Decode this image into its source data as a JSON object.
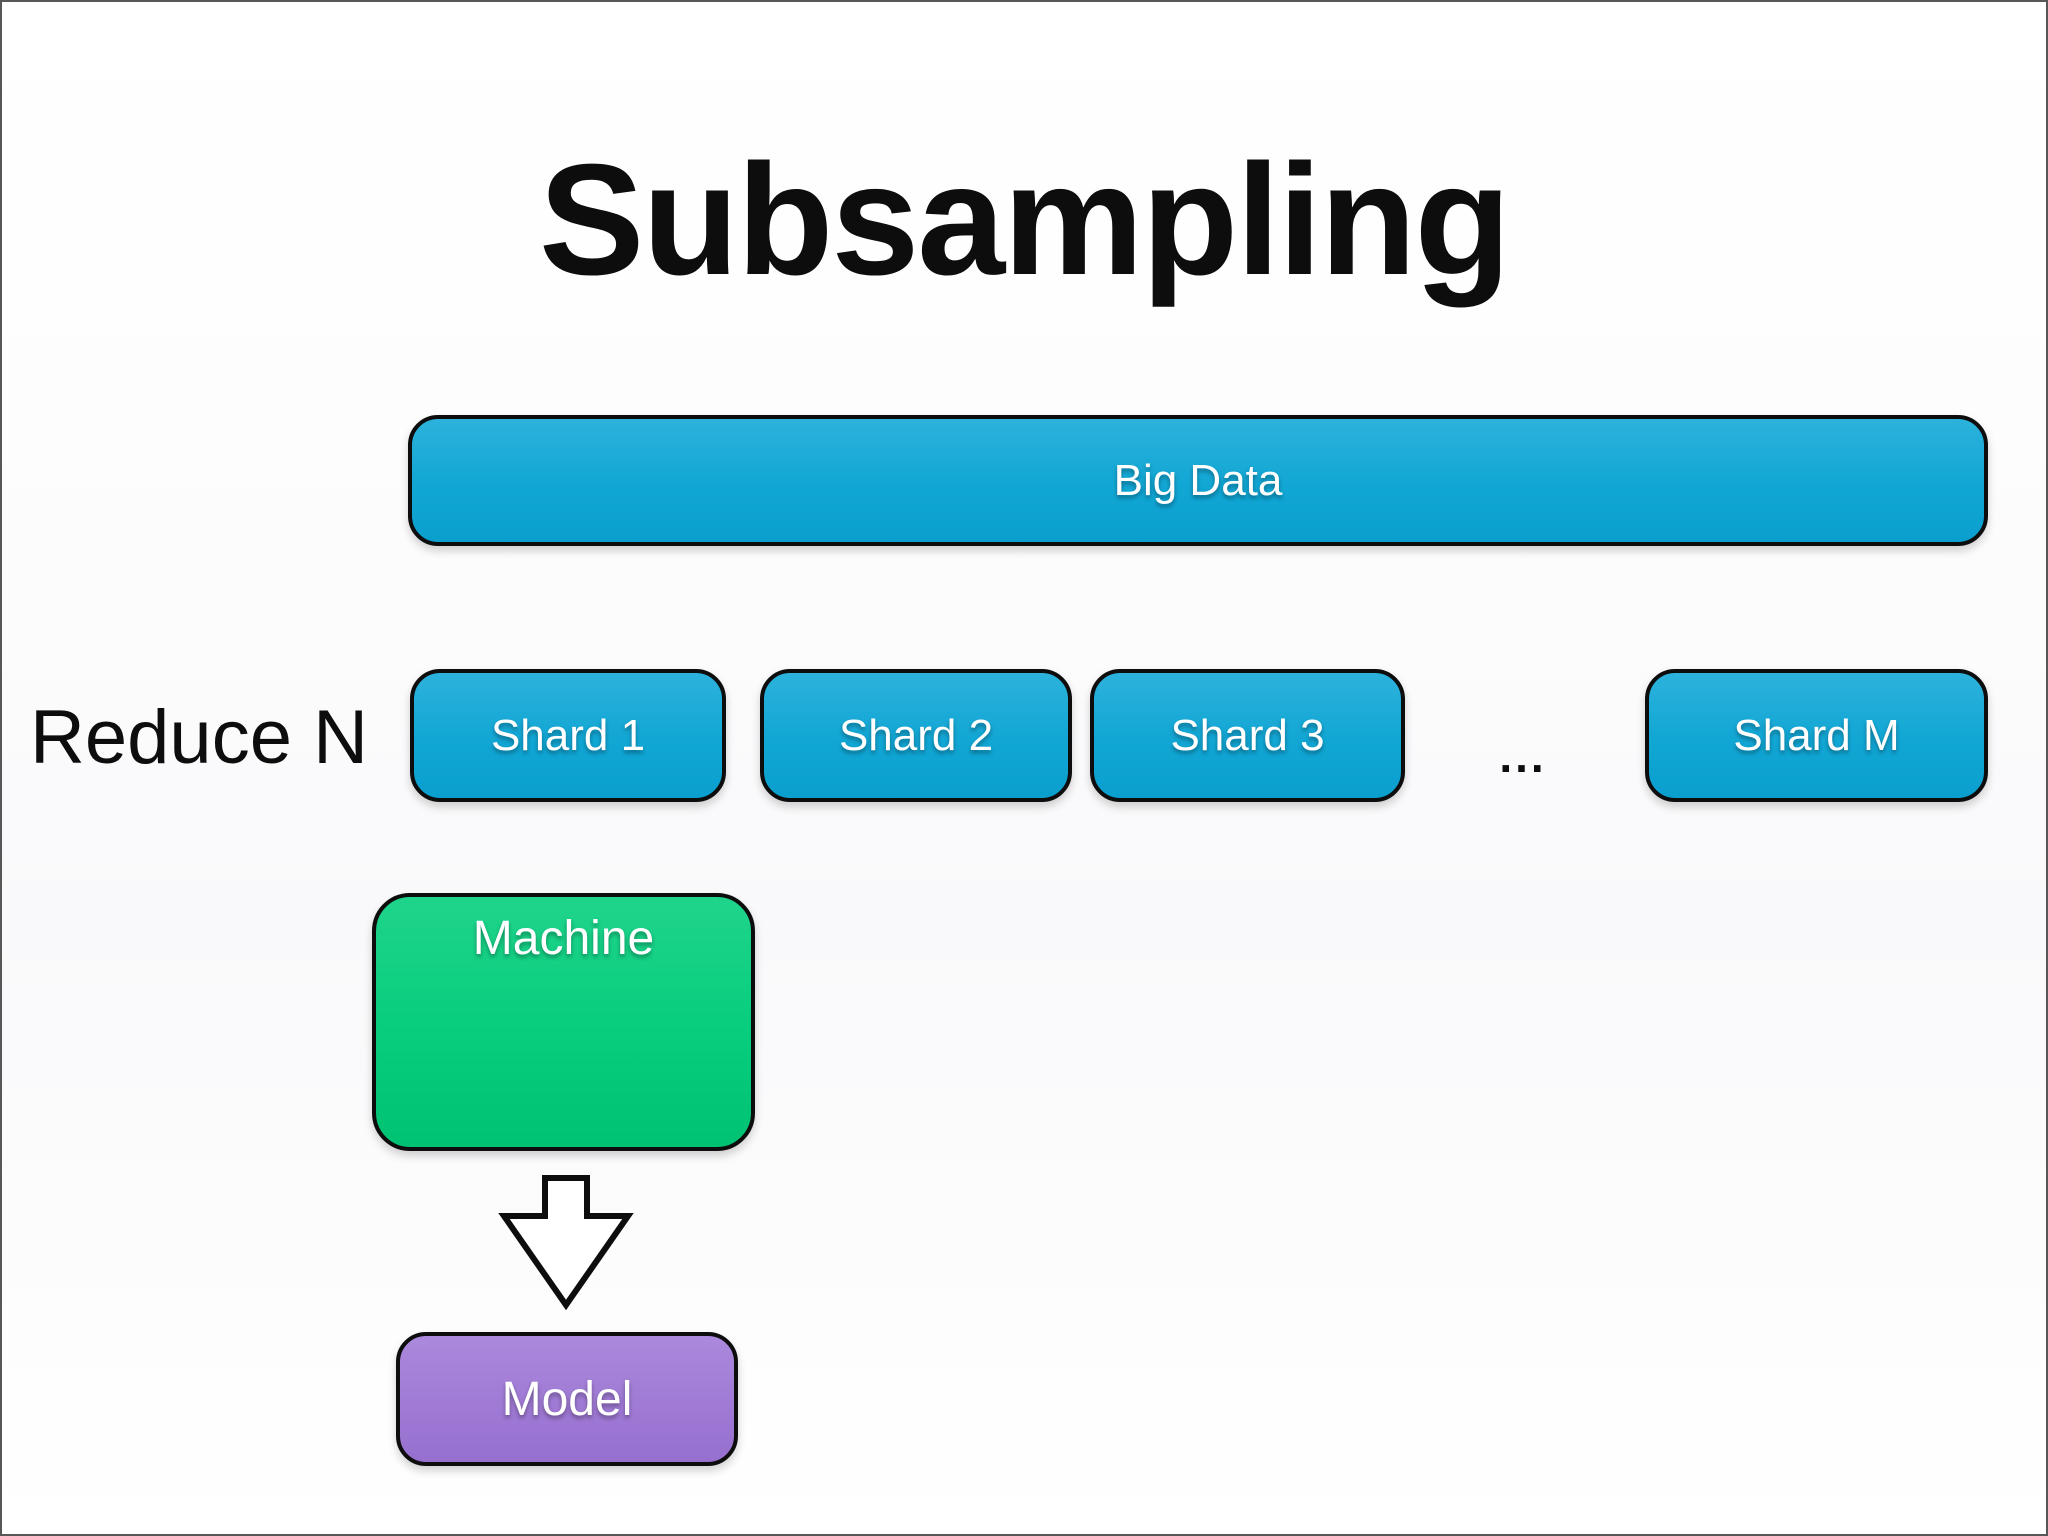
{
  "slide": {
    "title": "Subsampling",
    "left_label": "Reduce N",
    "big_data": {
      "label": "Big Data"
    },
    "shards": [
      {
        "label": "Shard 1"
      },
      {
        "label": "Shard 2"
      },
      {
        "label": "Shard 3"
      },
      {
        "label": "Shard M"
      }
    ],
    "ellipsis": "...",
    "machine": {
      "label": "Machine"
    },
    "model": {
      "label": "Model"
    },
    "arrow": "down-arrow"
  },
  "colors": {
    "shard_blue": "#11a6d4",
    "machine_green": "#07cd7d",
    "model_purple": "#a07ad5",
    "shape_border": "#0d0d0d",
    "slide_border": "#575757",
    "title_text": "#0d0d0d",
    "box_label_text": "#ffffff",
    "background": "#ffffff"
  }
}
